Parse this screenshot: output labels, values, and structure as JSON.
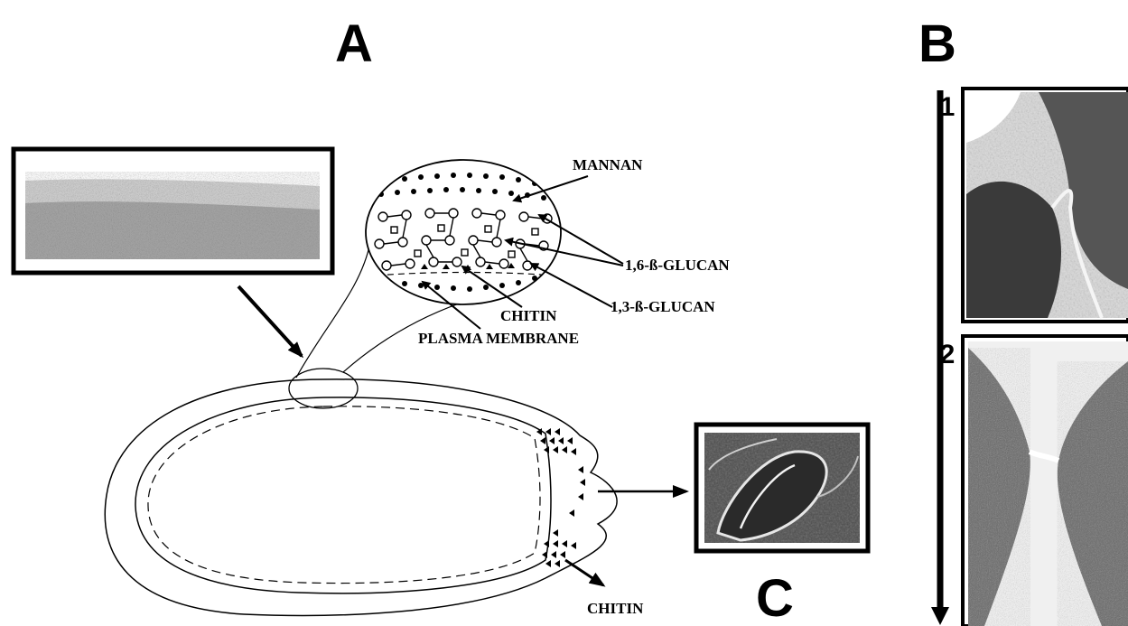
{
  "panels": {
    "a": "A",
    "b": "B",
    "c": "C",
    "b1": "1",
    "b2": "2"
  },
  "labels": {
    "mannan": "MANNAN",
    "glucan16": "1,6-ß-GLUCAN",
    "glucan13": "1,3-ß-GLUCAN",
    "chitin_inset": "CHITIN",
    "plasma_membrane": "PLASMA MEMBRANE",
    "chitin_septum": "CHITIN"
  },
  "colors": {
    "ink": "#000000",
    "micrograph_dark": "#4a4a4a",
    "micrograph_light": "#d9d9d9"
  }
}
